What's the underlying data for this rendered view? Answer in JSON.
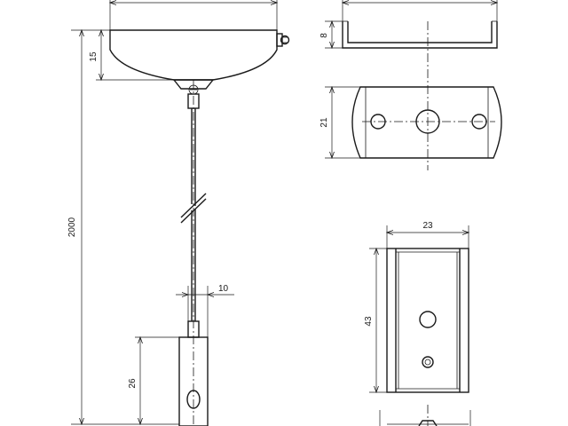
{
  "drawing": {
    "dimensions": {
      "cable_length": "2000",
      "canopy_height": "15",
      "bracket_height": "8",
      "bracket_width": "21",
      "gripper_diameter": "10",
      "gripper_height": "26",
      "adapter_width": "23",
      "adapter_length": "43"
    }
  }
}
